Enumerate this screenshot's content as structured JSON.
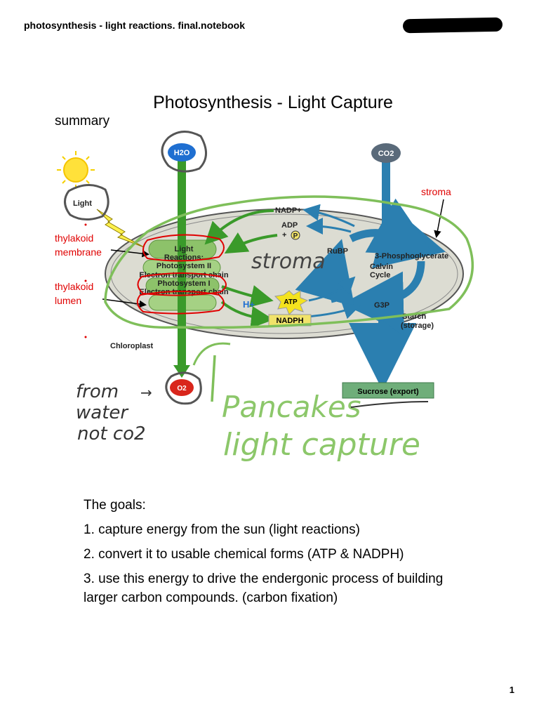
{
  "header": {
    "title": "photosynthesis - light reactions. final.notebook"
  },
  "slide": {
    "title": "Photosynthesis - Light Capture",
    "summary_label": "summary"
  },
  "diagram": {
    "labels": {
      "h2o": "H2O",
      "co2": "CO2",
      "o2": "O2",
      "light": "Light",
      "nadp_plus": "NADP+",
      "adp": "ADP",
      "p_plus": "+",
      "p_circle": "P",
      "light_reactions_1": "Light",
      "light_reactions_2": "Reactions:",
      "photosystem_ii": "Photosystem II",
      "etc_1": "Electron transport chain",
      "photosystem_i": "Photosystem I",
      "etc_2": "Electron transport chain",
      "h_plus": "H+",
      "atp": "ATP",
      "nadph": "NADPH",
      "rubp": "RuBP",
      "phosphoglycerate": "3-Phosphoglycerate",
      "calvin_1": "Calvin",
      "calvin_2": "Cycle",
      "g3p": "G3P",
      "starch_1": "Starch",
      "starch_2": "(storage)",
      "chloroplast": "Chloroplast",
      "sucrose": "Sucrose (export)"
    },
    "annotations": {
      "stroma_red": "stroma",
      "thylakoid_membrane_1": "thylakoid",
      "thylakoid_membrane_2": "membrane",
      "thylakoid_lumen_1": "thylakoid",
      "thylakoid_lumen_2": "lumen"
    },
    "handwriting": {
      "stroma": "stroma",
      "from": "from",
      "water": "water",
      "not_co2": "not co2",
      "pancakes": "Pancakes",
      "light_capture": "light capture"
    },
    "colors": {
      "green_arrow": "#3a9a2a",
      "blue_arrow": "#2b7fb0",
      "chloroplast_fill": "#dcdcd2",
      "thylakoid": "#8dc26a",
      "annotation_red": "#e00000",
      "ink_green": "#7fbf5a",
      "ink_black": "#333333"
    }
  },
  "goals": {
    "heading": "The goals:",
    "items": [
      "1. capture energy from the sun (light reactions)",
      "2. convert it to usable chemical forms (ATP & NADPH)",
      "3. use this energy to drive the endergonic process of building larger carbon compounds. (carbon fixation)"
    ]
  },
  "page_number": "1"
}
